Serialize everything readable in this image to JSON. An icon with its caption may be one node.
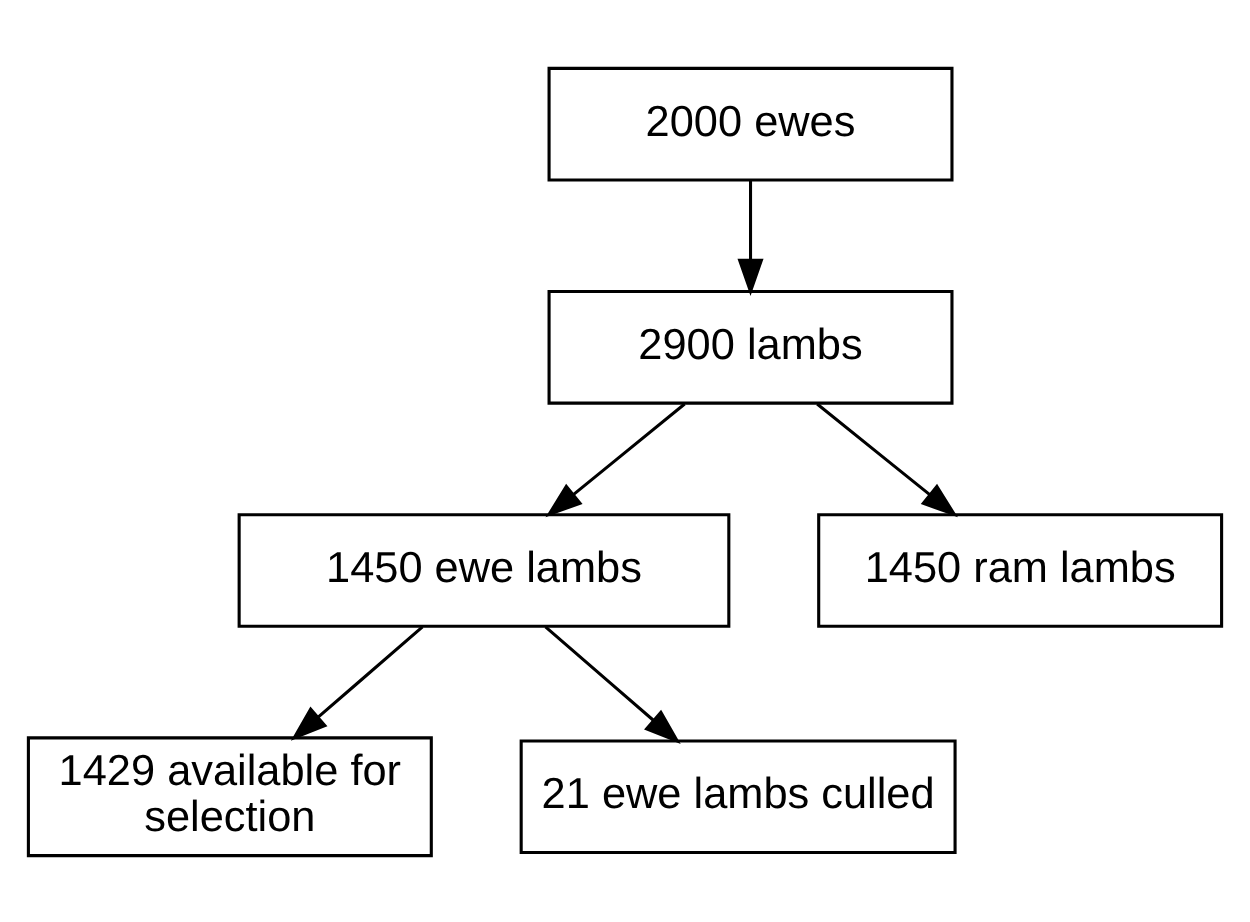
{
  "diagram": {
    "nodes": [
      {
        "text": [
          "2000 ewes"
        ]
      },
      {
        "text": [
          "2900 lambs"
        ]
      },
      {
        "text": [
          "1450 ewe lambs"
        ]
      },
      {
        "text": [
          "1450 ram lambs"
        ]
      },
      {
        "text": [
          "1429 available for selection"
        ]
      },
      {
        "text": [
          "21 ewe lambs culled"
        ]
      }
    ],
    "edges": [
      {
        "from": 0,
        "to": 1,
        "arrow": "to"
      },
      {
        "from": 1,
        "to": 2,
        "arrow": "to"
      },
      {
        "from": 1,
        "to": 3,
        "arrow": "to"
      },
      {
        "from": 2,
        "to": 4,
        "arrow": "to"
      },
      {
        "from": 2,
        "to": 5,
        "arrow": "to"
      }
    ]
  }
}
